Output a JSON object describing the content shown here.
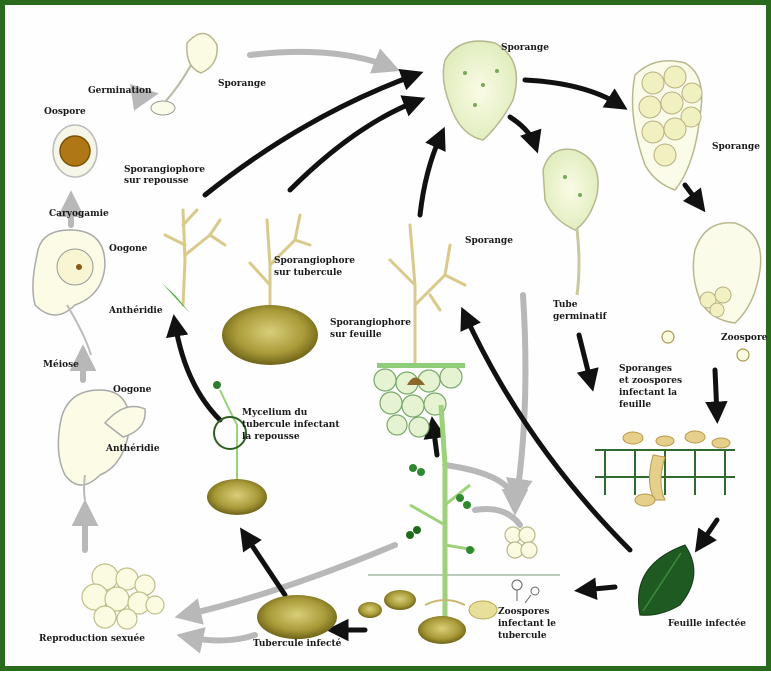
{
  "labels": {
    "sporange_top": "Sporange",
    "germination": "Germination",
    "oospore": "Oospore",
    "sporange_mid": "Sporange",
    "sporange_right": "Sporange",
    "sporangiophore_repousse_1": "Sporangiophore",
    "sporangiophore_repousse_2": "sur repousse",
    "caryogamie": "Caryogamie",
    "oogone_1": "Oogone",
    "anthéridie_1": "Anthéridie",
    "sporangiophore_tubercule_1": "Sporangiophore",
    "sporangiophore_tubercule_2": "sur tubercule",
    "sporange_leaf": "Sporange",
    "tube_1": "Tube",
    "tube_2": "germinatif",
    "sporangiophore_feuille_1": "Sporangiophore",
    "sporangiophore_feuille_2": "sur feuille",
    "zoospore": "Zoospore",
    "meiose": "Méiose",
    "oogone_2": "Oogone",
    "sporanges_1": "Sporanges",
    "sporanges_2": "et zoospores",
    "sporanges_3": "infectant la",
    "sporanges_4": "feuille",
    "mycelium_1": "Mycelium du",
    "mycelium_2": "tubercule infectant",
    "mycelium_3": "la repousse",
    "antheridie_2": "Anthéridie",
    "repro_1": "Reproduction sexuée",
    "tubercule_infecte": "Tubercule infecté",
    "zoospores_1": "Zoospores",
    "zoospores_2": "infectant le",
    "zoospores_3": "tubercule",
    "feuille_infectee": "Feuille infectée"
  },
  "colors": {
    "border": "#2a6a1c",
    "black_arrow": "#111111",
    "grey_arrow": "#b8b8b8",
    "cell_fill": "#f4f3c9",
    "tuber": "#8a7a1a",
    "leaf": "#1f5a22",
    "stem": "#9ed27a"
  }
}
